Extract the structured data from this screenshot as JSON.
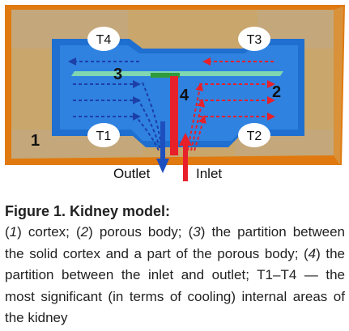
{
  "figure": {
    "labels": {
      "cortex": "1",
      "porous_body": "2",
      "partition_solid": "3",
      "partition_inlet_outlet": "4",
      "t1": "T1",
      "t2": "T2",
      "t3": "T3",
      "t4": "T4",
      "outlet": "Outlet",
      "inlet": "Inlet"
    },
    "colors": {
      "cortex": "#c9a66b",
      "cortex_edge": "#e07a10",
      "porous": "#1f6fd0",
      "porous_light": "#3d8de8",
      "partition": "#7fd6b0",
      "partition_green": "#2f9b3a",
      "inlet": "#e8202a",
      "outlet": "#1d4fbf",
      "zone": "#c4a77a",
      "zone_label_bg": "#ffffff"
    }
  },
  "caption": {
    "title": "Figure 1. Kidney model:",
    "n1": "1",
    "t1": " cortex; (",
    "n2": "2",
    "t2": ") porous body; (",
    "n3": "3",
    "t3": ") the partition between the solid cortex and a part of the porous body; (",
    "n4": "4",
    "t4": ") the partition between the inlet and outlet; T1–T4 — the most significant (in terms of cooling) internal areas of the kidney"
  }
}
